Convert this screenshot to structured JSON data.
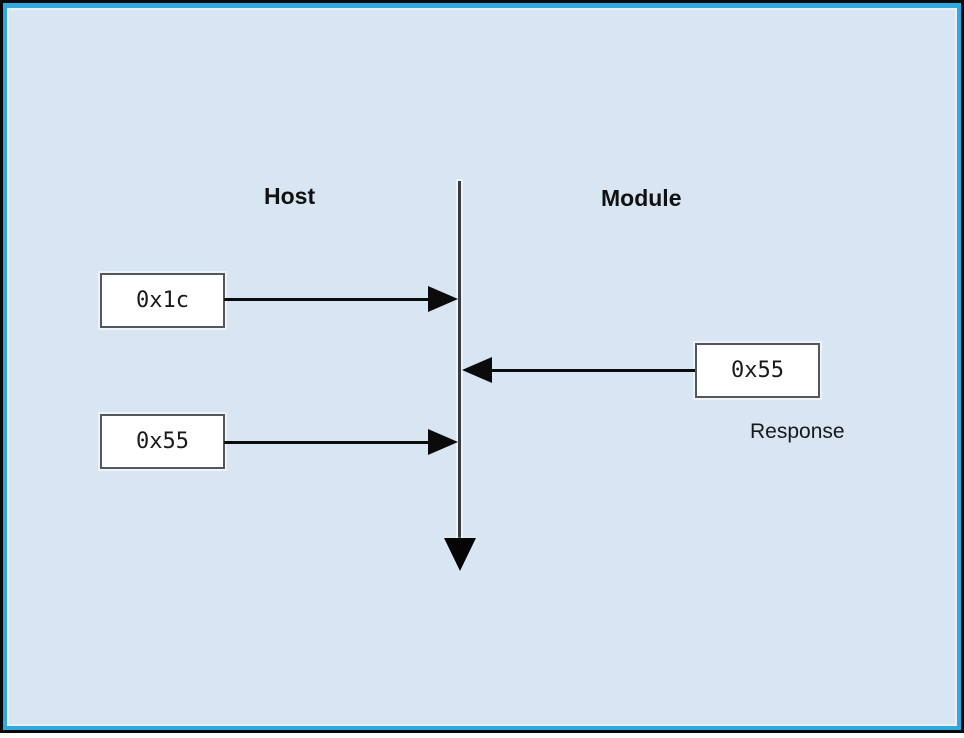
{
  "diagram": {
    "left_column_label": "Host",
    "right_column_label": "Module",
    "messages": [
      {
        "label": "0x1c",
        "direction": "right"
      },
      {
        "label": "0x55",
        "direction": "left",
        "annotation": "Response"
      },
      {
        "label": "0x55",
        "direction": "right"
      }
    ],
    "colors": {
      "frame_accent": "#2fa9df",
      "frame_border": "#0a0a0a",
      "canvas_background": "#d8e5f2",
      "canvas_inner_edge": "#e9f0f9",
      "box_fill": "#ffffff",
      "box_border": "#54575b",
      "arrow_color": "#0b0b0b",
      "lifeline_color": "#383d44",
      "text_color": "#111111"
    }
  }
}
